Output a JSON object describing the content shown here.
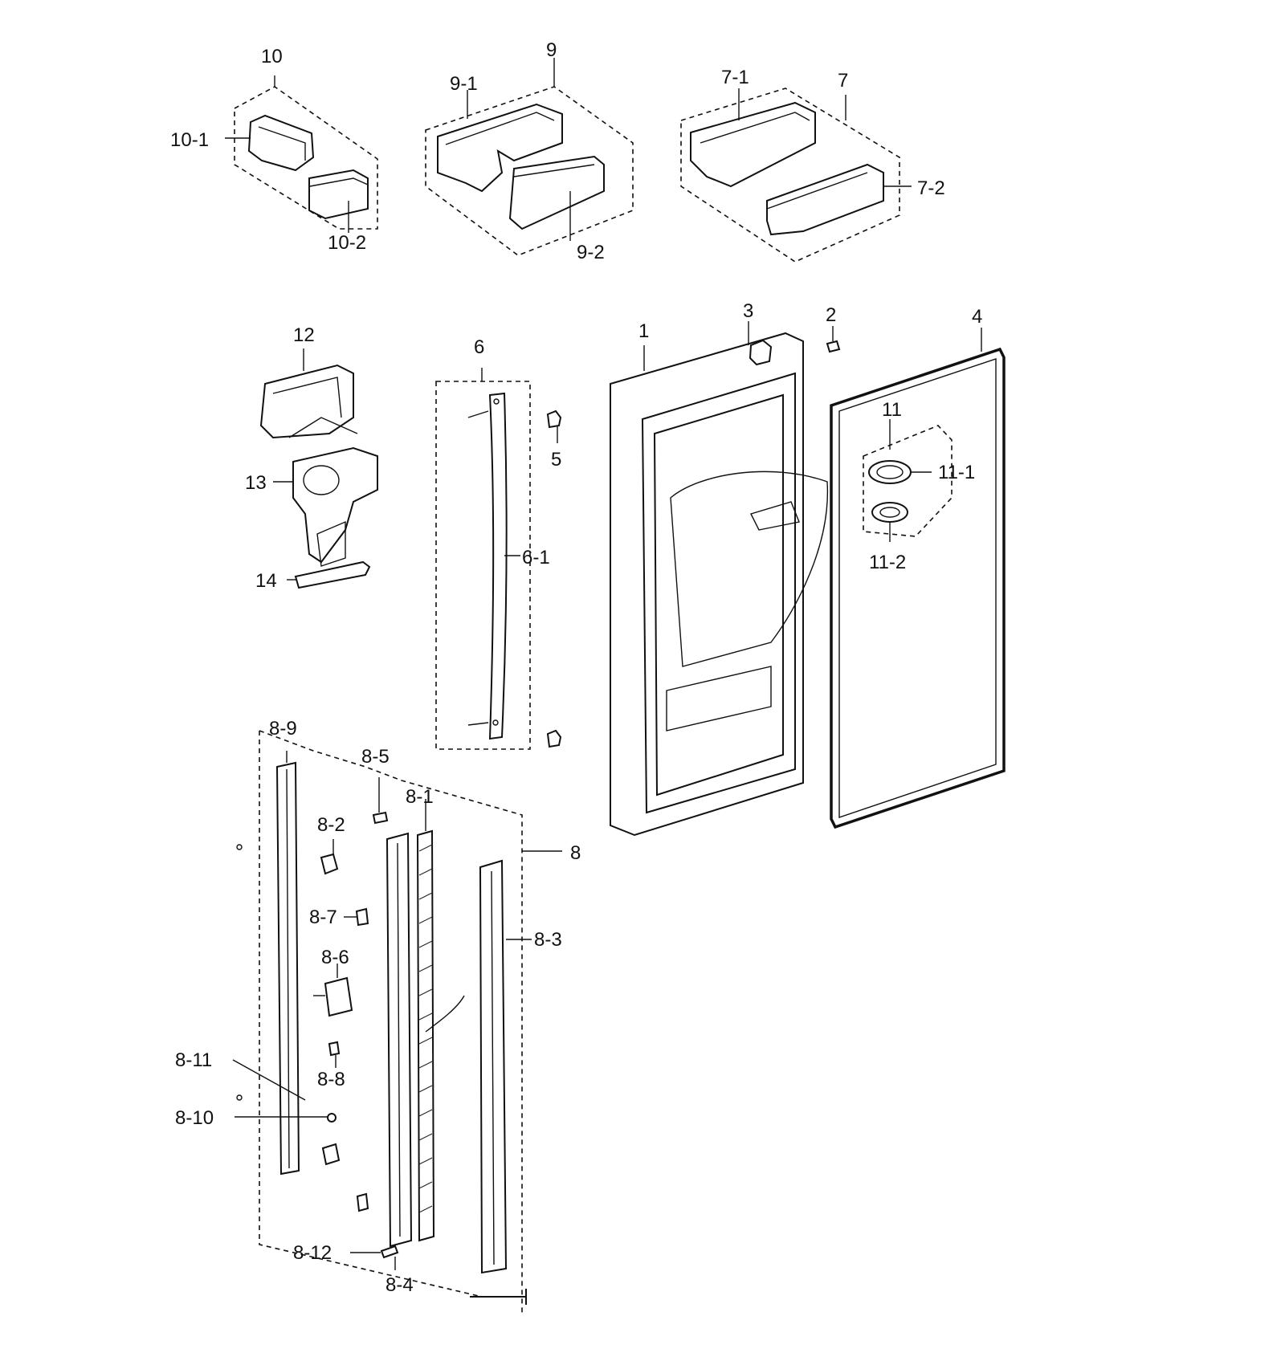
{
  "callouts": {
    "c1": "1",
    "c2": "2",
    "c3": "3",
    "c4": "4",
    "c5": "5",
    "c6": "6",
    "c6_1": "6-1",
    "c7": "7",
    "c7_1": "7-1",
    "c7_2": "7-2",
    "c8": "8",
    "c8_1": "8-1",
    "c8_2": "8-2",
    "c8_3": "8-3",
    "c8_4": "8-4",
    "c8_5": "8-5",
    "c8_6": "8-6",
    "c8_7": "8-7",
    "c8_8": "8-8",
    "c8_9": "8-9",
    "c8_10": "8-10",
    "c8_11": "8-11",
    "c8_12": "8-12",
    "c9": "9",
    "c9_1": "9-1",
    "c9_2": "9-2",
    "c10": "10",
    "c10_1": "10-1",
    "c10_2": "10-2",
    "c11": "11",
    "c11_1": "11-1",
    "c11_2": "11-2",
    "c12": "12",
    "c13": "13",
    "c14": "14"
  }
}
